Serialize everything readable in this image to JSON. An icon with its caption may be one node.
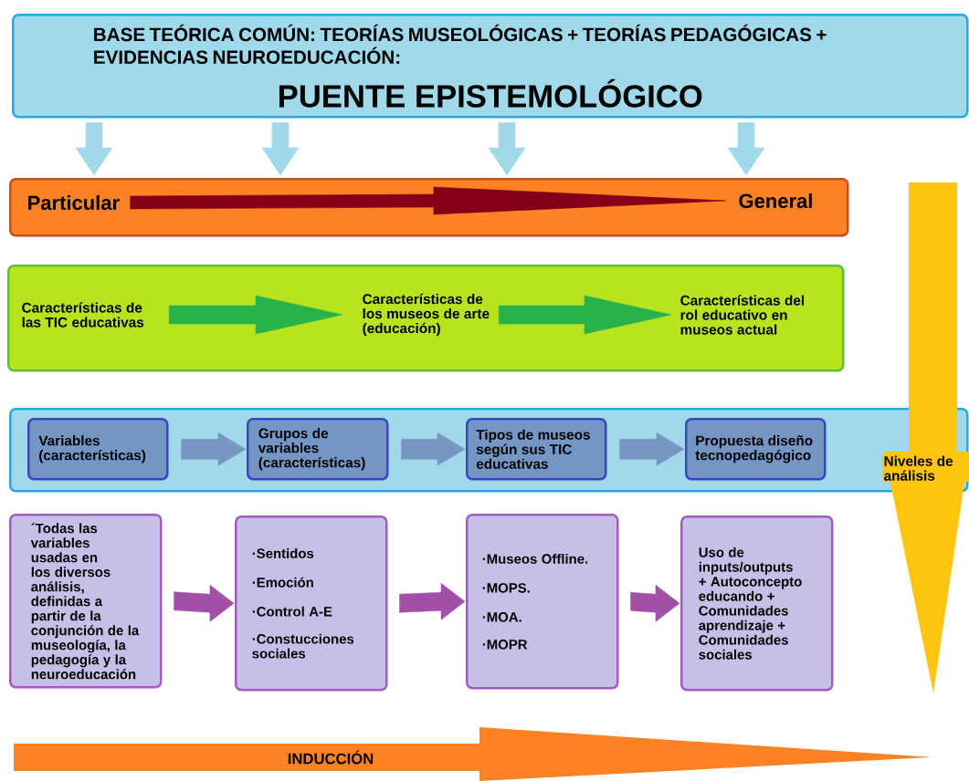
{
  "diagram": {
    "nodes": [
      {
        "text": [
          "BASE TEÓRICA COMÚN: TEORÍAS MUSEOLÓGICAS + TEORÍAS PEDAGÓGICAS + EVIDENCIAS NEUROEDUCACIÓN:",
          "PUENTE EPISTEMOLÓGICO"
        ]
      },
      {
        "text": [],
        "shape": "bar"
      },
      {
        "text": [
          "Particular"
        ],
        "in": 1
      },
      {
        "text": [
          "General"
        ],
        "in": 1
      },
      {
        "text": [],
        "shape": "bar"
      },
      {
        "text": [
          "Características de las TIC educativas"
        ],
        "in": 4
      },
      {
        "text": [
          "Características de los museos de arte (educación)"
        ],
        "in": 4
      },
      {
        "text": [
          "Características del rol educativo en museos actual"
        ],
        "in": 4
      },
      {
        "text": [],
        "shape": "bar"
      },
      {
        "text": [
          "Variables (características)"
        ],
        "in": 8
      },
      {
        "text": [
          "Grupos de variables (características)"
        ],
        "in": 8
      },
      {
        "text": [
          "Tipos de museos según sus TIC educativas"
        ],
        "in": 8
      },
      {
        "text": [
          "Propuesta diseño tecnopedagógico"
        ],
        "in": 8
      },
      {
        "text": [
          "´Todas las variables usadas en los diversos análisis, definidas a partir de la conjunción de la museología, la pedagogía y la neuroeducación"
        ]
      },
      {
        "text": [
          "·Sentidos",
          "·Emoción",
          "·Control A-E",
          "·Constucciones sociales"
        ]
      },
      {
        "text": [
          "·Museos Offline.",
          "·MOPS.",
          "·MOA.",
          "·MOPR"
        ]
      },
      {
        "text": [
          "Uso de inputs/outputs + Autoconcepto educando + Comunidades aprendizaje + Comunidades sociales"
        ]
      }
    ],
    "edges": [
      {
        "from": 0,
        "to": 1,
        "arrow": "to",
        "color": "#9fd9ea"
      },
      {
        "from": 0,
        "to": 1,
        "arrow": "to",
        "color": "#9fd9ea"
      },
      {
        "from": 0,
        "to": 1,
        "arrow": "to",
        "color": "#9fd9ea"
      },
      {
        "from": 0,
        "to": 1,
        "arrow": "to",
        "color": "#9fd9ea"
      },
      {
        "from": 2,
        "to": 3,
        "arrow": "to",
        "color": "#840016"
      },
      {
        "from": 5,
        "to": 6,
        "arrow": "to",
        "color": "#27b24a"
      },
      {
        "from": 6,
        "to": 7,
        "arrow": "to",
        "color": "#27b24a"
      },
      {
        "from": 9,
        "to": 10,
        "arrow": "to",
        "color": "#7896c4"
      },
      {
        "from": 10,
        "to": 11,
        "arrow": "to",
        "color": "#7896c4"
      },
      {
        "from": 11,
        "to": 12,
        "arrow": "to",
        "color": "#7896c4"
      },
      {
        "from": 13,
        "to": 14,
        "arrow": "to",
        "color": "#a24fa8"
      },
      {
        "from": 14,
        "to": 15,
        "arrow": "to",
        "color": "#a24fa8"
      },
      {
        "from": 15,
        "to": 16,
        "arrow": "to",
        "color": "#a24fa8"
      }
    ],
    "labels": [
      "Niveles de análisis",
      "INDUCCIÓN"
    ]
  }
}
